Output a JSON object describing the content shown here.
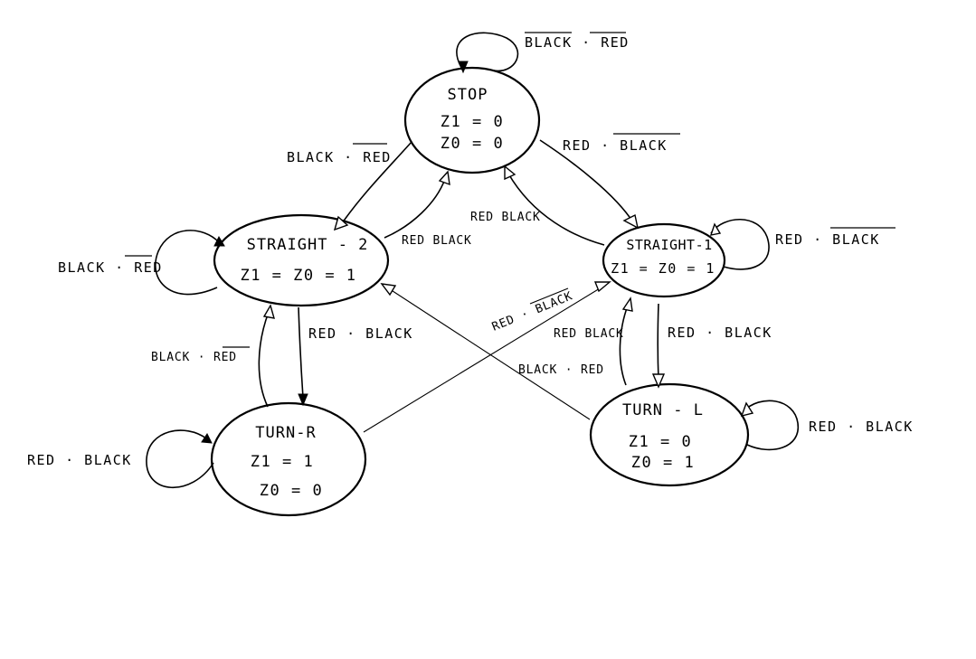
{
  "states": [
    {
      "id": "stop",
      "name": "STOP",
      "outputs": [
        "Z1 = 0",
        "Z0 = 0"
      ]
    },
    {
      "id": "straight-2",
      "name": "STRAIGHT - 2",
      "outputs": [
        "Z1 = Z0 = 1"
      ]
    },
    {
      "id": "straight-1",
      "name": "STRAIGHT-1",
      "outputs": [
        "Z1 = Z0 = 1"
      ]
    },
    {
      "id": "turn-r",
      "name": "TURN-R",
      "outputs": [
        "Z1 = 1",
        "Z0 = 0"
      ]
    },
    {
      "id": "turn-l",
      "name": "TURN - L",
      "outputs": [
        "Z1 = 0",
        "Z0 = 1"
      ]
    }
  ],
  "transitions": [
    {
      "id": "stop-self",
      "from": "STOP",
      "to": "STOP",
      "label": "BLACK · RED",
      "overbar": "both"
    },
    {
      "id": "stop-to-s2",
      "from": "STOP",
      "to": "STRAIGHT - 2",
      "label": "BLACK · RED",
      "overbar": "second"
    },
    {
      "id": "stop-to-s1",
      "from": "STOP",
      "to": "STRAIGHT-1",
      "label": "RED · BLACK",
      "overbar": "second"
    },
    {
      "id": "s2-to-stop",
      "from": "STRAIGHT - 2",
      "to": "STOP",
      "label": "RED BLACK",
      "overbar": "none"
    },
    {
      "id": "s1-to-stop",
      "from": "STRAIGHT-1",
      "to": "STOP",
      "label": "RED BLACK",
      "overbar": "none"
    },
    {
      "id": "s2-self",
      "from": "STRAIGHT - 2",
      "to": "STRAIGHT - 2",
      "label": "BLACK · RED",
      "overbar": "second"
    },
    {
      "id": "s1-self",
      "from": "STRAIGHT-1",
      "to": "STRAIGHT-1",
      "label": "RED · BLACK",
      "overbar": "second"
    },
    {
      "id": "s2-to-tr",
      "from": "STRAIGHT - 2",
      "to": "TURN-R",
      "label": "RED · BLACK",
      "overbar": "none"
    },
    {
      "id": "tr-to-s2",
      "from": "TURN-R",
      "to": "STRAIGHT - 2",
      "label": "BLACK · RED",
      "overbar": "second"
    },
    {
      "id": "tr-self",
      "from": "TURN-R",
      "to": "TURN-R",
      "label": "RED · BLACK",
      "overbar": "none"
    },
    {
      "id": "tr-to-s1",
      "from": "TURN-R",
      "to": "STRAIGHT-1",
      "label": "RED · BLACK",
      "overbar": "second"
    },
    {
      "id": "tl-to-s2",
      "from": "TURN - L",
      "to": "STRAIGHT - 2",
      "label": "BLACK · RED",
      "overbar": "none"
    },
    {
      "id": "s1-to-tl",
      "from": "STRAIGHT-1",
      "to": "TURN - L",
      "label": "RED · BLACK",
      "overbar": "none"
    },
    {
      "id": "tl-to-s1",
      "from": "TURN - L",
      "to": "STRAIGHT-1",
      "label": "RED BLACK",
      "overbar": "none"
    },
    {
      "id": "tl-self",
      "from": "TURN - L",
      "to": "TURN - L",
      "label": "RED · BLACK",
      "overbar": "none"
    }
  ]
}
